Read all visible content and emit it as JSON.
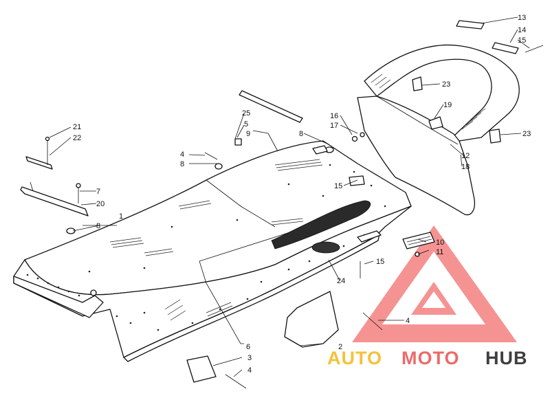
{
  "callouts": [
    {
      "id": "c1",
      "text": "1"
    },
    {
      "id": "c2",
      "text": "2"
    },
    {
      "id": "c3",
      "text": "3"
    },
    {
      "id": "c4a",
      "text": "4"
    },
    {
      "id": "c4b",
      "text": "4"
    },
    {
      "id": "c4c",
      "text": "4"
    },
    {
      "id": "c5",
      "text": "5"
    },
    {
      "id": "c6",
      "text": "6"
    },
    {
      "id": "c7",
      "text": "7"
    },
    {
      "id": "c8a",
      "text": "8"
    },
    {
      "id": "c8b",
      "text": "8"
    },
    {
      "id": "c8c",
      "text": "8"
    },
    {
      "id": "c9",
      "text": "9"
    },
    {
      "id": "c10",
      "text": "10"
    },
    {
      "id": "c11",
      "text": "11"
    },
    {
      "id": "c12",
      "text": "12"
    },
    {
      "id": "c13",
      "text": "13"
    },
    {
      "id": "c14",
      "text": "14"
    },
    {
      "id": "c15a",
      "text": "15"
    },
    {
      "id": "c15b",
      "text": "15"
    },
    {
      "id": "c15c",
      "text": "15"
    },
    {
      "id": "c16",
      "text": "16"
    },
    {
      "id": "c17",
      "text": "17"
    },
    {
      "id": "c18",
      "text": "18"
    },
    {
      "id": "c19",
      "text": "19"
    },
    {
      "id": "c20",
      "text": "20"
    },
    {
      "id": "c21",
      "text": "21"
    },
    {
      "id": "c22",
      "text": "22"
    },
    {
      "id": "c23a",
      "text": "23"
    },
    {
      "id": "c23b",
      "text": "23"
    },
    {
      "id": "c24",
      "text": "24"
    },
    {
      "id": "c25",
      "text": "25"
    }
  ],
  "watermark": {
    "word1": "AUTO",
    "word2": "MOTO",
    "word3": "HUB",
    "colors": {
      "auto": "#f5c13b",
      "moto": "#ec6a6a",
      "hub": "#3f3f3f",
      "logo": "#ee3b3b"
    }
  }
}
